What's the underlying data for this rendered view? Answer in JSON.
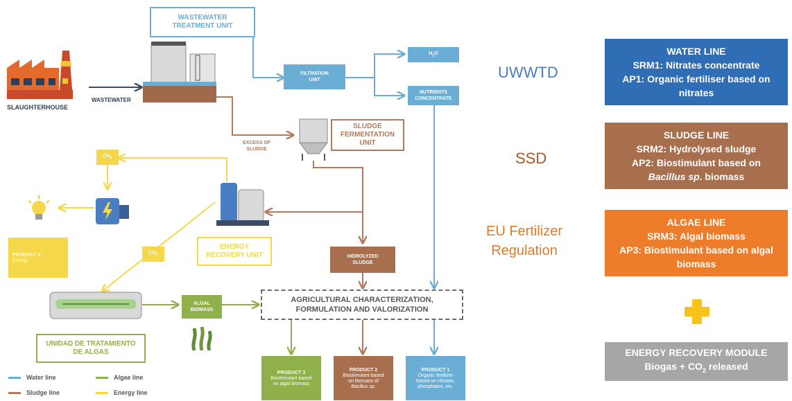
{
  "colors": {
    "blue": "#6aaed6",
    "brown": "#b07a5e",
    "green": "#8fb04a",
    "yellow": "#f5d84a",
    "uwwtd_blue": "#4a7ec2",
    "ssd_brown": "#a35a2a",
    "eu_orange": "#e07a2a",
    "water_card": "#2f6db5",
    "sludge_card": "#a86f4f",
    "algae_card": "#ee7d2b",
    "energy_card": "#a6a6a6",
    "plus": "#f7c21b"
  },
  "diagram": {
    "slaughterhouse": "SLAUGHTERHOUSE",
    "wastewater": "WASTEWATER",
    "treatment_unit": "WASTEWATER\nTREATMENT UNIT",
    "filtration_unit": "FILTRATION\nUNIT",
    "h2o": "H",
    "h2o_sub": "2",
    "h2o_end": "O",
    "nutrients": "NUTRIENTS\nCONCENTRATE",
    "excess_sludge": "EXCESS OF\nSLUDGE",
    "sludge_fermentation": "SLUDGE\nFERMENTATION\nUNIT",
    "ch4": "CH",
    "ch4_sub": "4",
    "co2": "CO",
    "co2_sub": "2",
    "energy_recovery": "ENERGY\nRECOVERY UNIT",
    "product4_title": "PRODUCT 4",
    "product4_sub": "Energy",
    "hydrolyzed_sludge": "HIDROLYZED\nSLUDGE",
    "algal_biomass": "ALGAL\nBIOMASS",
    "agri": "AGRICULTURAL CHARACTERIZATION,\nFORMULATION AND VALORIZATION",
    "algae_unit": "UNIDAD DE TRATAMIENTO\nDE ALGAS",
    "product3_title": "PRODUCT 3",
    "product3_sub": "Biostimulant based\non algal biomass",
    "product2_title": "PRODUCT 2",
    "product2_sub": "Biostimulant based\non biomass of",
    "product2_italic": "Bacillus sp.",
    "product1_title": "PRODUCT 1",
    "product1_sub": "Organic fertilizer\nbased on nitrates,\nphosphates, etc."
  },
  "legend": [
    {
      "label": "Water line",
      "color": "#6aaed6"
    },
    {
      "label": "Algae line",
      "color": "#8fb04a"
    },
    {
      "label": "Sludge line",
      "color": "#b07a5e"
    },
    {
      "label": "Energy line",
      "color": "#f5d84a"
    }
  ],
  "regulations": {
    "uwwtd": "UWWTD",
    "ssd": "SSD",
    "eu1": "EU Fertilizer",
    "eu2": "Regulation"
  },
  "cards": {
    "water": {
      "l1": "WATER LINE",
      "l2": "SRM1: Nitrates concentrate",
      "l3": "AP1: Organic fertiliser based on",
      "l4": "nitrates"
    },
    "sludge": {
      "l1": "SLUDGE LINE",
      "l2": "SRM2: Hydrolysed sludge",
      "l3": "AP2: Biostimulant  based on",
      "l4a": "Bacillus sp",
      "l4b": ". biomass"
    },
    "algae": {
      "l1": "ALGAE LINE",
      "l2": "SRM3: Algal biomass",
      "l3": "AP3: Biostimulant based on algal",
      "l4": "biomass"
    },
    "energy": {
      "l1": "ENERGY RECOVERY MODULE",
      "l2a": "Biogas + CO",
      "l2sub": "2",
      "l2b": " released"
    }
  }
}
